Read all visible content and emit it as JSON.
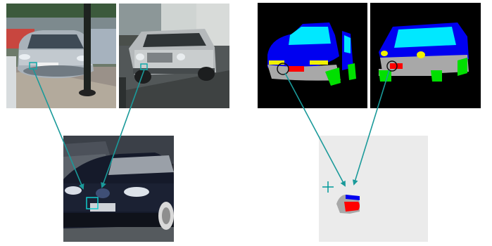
{
  "figure": {
    "photos": [
      "photo-seat-hatchback",
      "photo-silver-jeep-suv",
      "photo-dark-car-query"
    ],
    "part_maps": [
      "segmentation-car-side-view",
      "segmentation-suv-front-view",
      "segmentation-query-result"
    ],
    "part_colors": {
      "body": "#0000f0",
      "windows": "#00e8ff",
      "wheels": "#00e000",
      "lower_body": "#a8a8a8",
      "plate": "#ff0000",
      "lights": "#f0f000",
      "background_dark": "#000000",
      "background_light": "#ebebeb"
    },
    "accent_color": "#009999",
    "marker": "plus-marker"
  }
}
